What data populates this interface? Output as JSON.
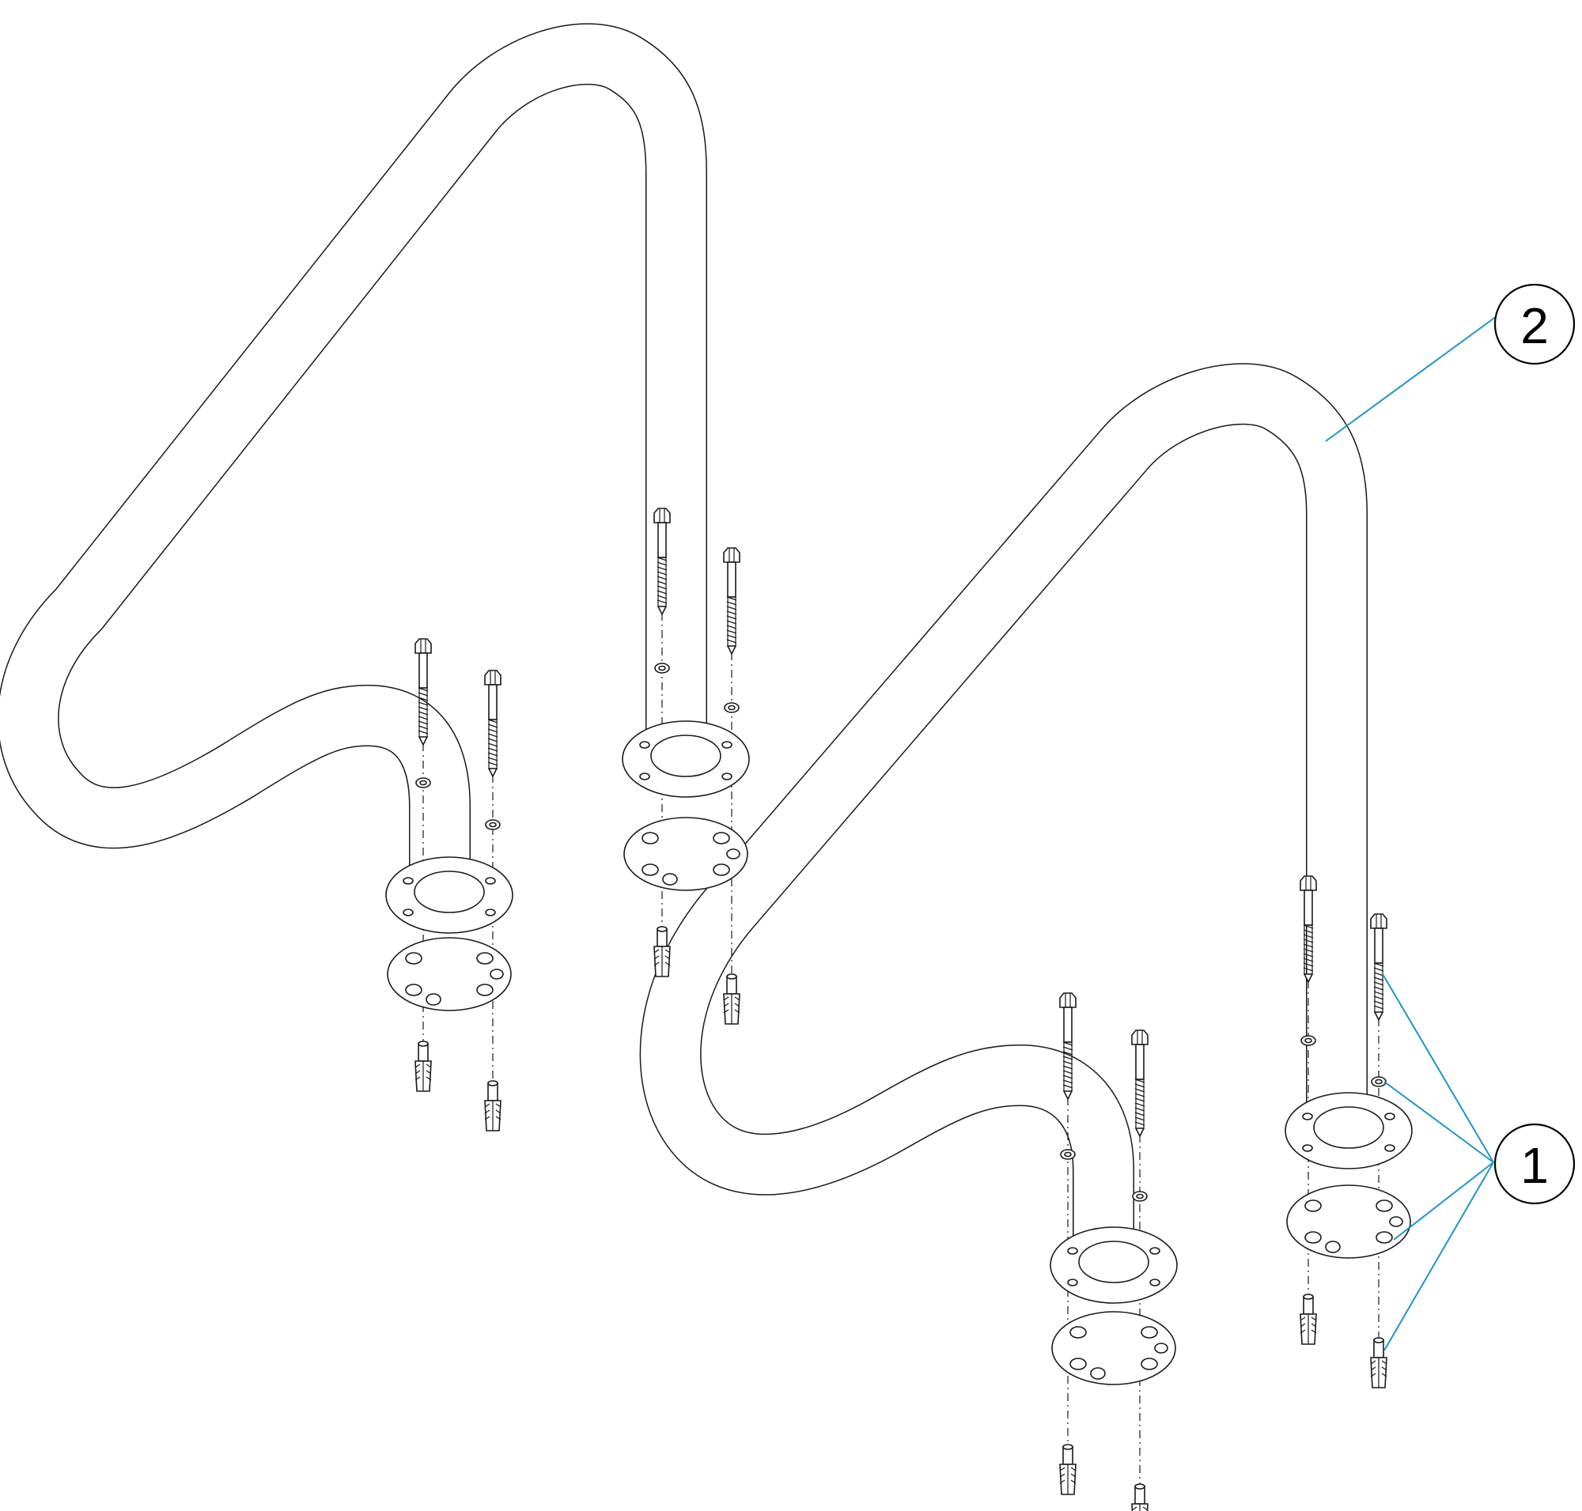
{
  "callouts": [
    {
      "id": "callout-1",
      "label": "1"
    },
    {
      "id": "callout-2",
      "label": "2"
    }
  ],
  "colors": {
    "line": "#1a1a1a",
    "leader": "#1f95c8",
    "background": "#ffffff"
  }
}
